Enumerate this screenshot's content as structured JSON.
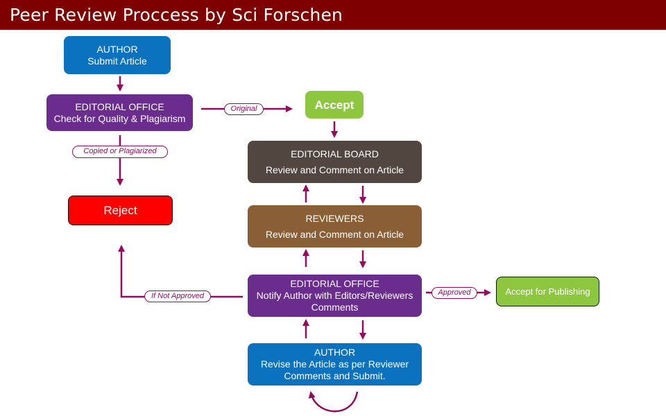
{
  "title": "Peer Review Proccess by Sci Forschen",
  "colors": {
    "header": "#7f0000",
    "arrow": "#96095f",
    "author_blue": "#0a72bf",
    "editorial_purple": "#6a2d8e",
    "accept_green": "#8dc63f",
    "reject_red": "#ff0000",
    "board_brown": "#524641",
    "reviewers_brown": "#8a5f35"
  },
  "nodes": {
    "author_submit": {
      "line1": "AUTHOR",
      "line2": "Submit Article"
    },
    "editorial_check": {
      "line1": "EDITORIAL OFFICE",
      "line2": "Check for Quality & Plagiarism"
    },
    "accept": {
      "label": "Accept"
    },
    "reject": {
      "label": "Reject"
    },
    "editorial_board": {
      "line1": "EDITORIAL BOARD",
      "line2": "Review and Comment on Article"
    },
    "reviewers": {
      "line1": "REVIEWERS",
      "line2": "Review and Comment on Article"
    },
    "editorial_notify": {
      "line1": "EDITORIAL OFFICE",
      "line2": "Notify Author with Editors/Reviewers",
      "line3": "Comments"
    },
    "accept_publishing": {
      "label": "Accept for Publishing"
    },
    "author_revise": {
      "line1": "AUTHOR",
      "line2": "Revise the Article as per Reviewer",
      "line3": "Comments and Submit."
    }
  },
  "edge_labels": {
    "original": "Original",
    "copied": "Copied or Plagiarized",
    "approved": "Approved",
    "not_approved": "If Not Approved"
  }
}
